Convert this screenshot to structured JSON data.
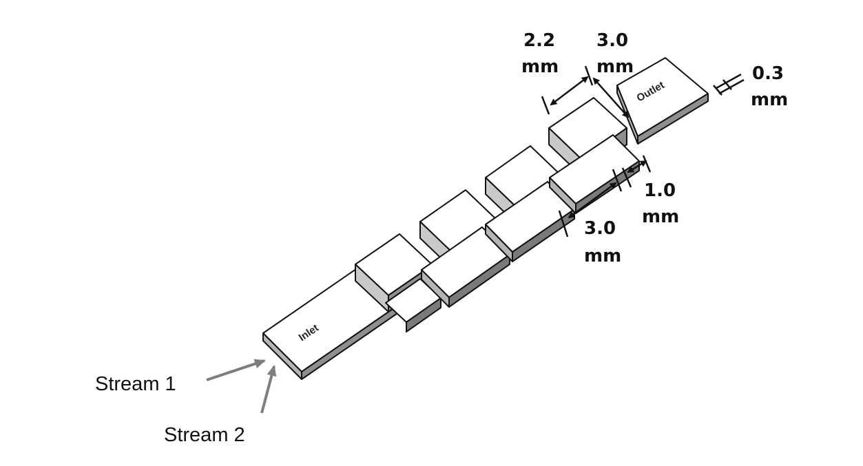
{
  "diagram": {
    "ports": {
      "inlet": "Inlet",
      "outlet": "Outlet"
    },
    "streams": {
      "stream1": "Stream 1",
      "stream2": "Stream 2"
    },
    "dimensions": {
      "segment_width": {
        "value": "2.2",
        "unit": "mm"
      },
      "segment_length_top": {
        "value": "3.0",
        "unit": "mm"
      },
      "thickness": {
        "value": "0.3",
        "unit": "mm"
      },
      "gap": {
        "value": "1.0",
        "unit": "mm"
      },
      "segment_length_bottom": {
        "value": "3.0",
        "unit": "mm"
      }
    },
    "colors": {
      "top_face": "#ffffff",
      "side_face": "#9a9a9a",
      "side_face_dark": "#6f6f6f",
      "outline": "#111111",
      "arrow_gray": "#808080"
    }
  }
}
